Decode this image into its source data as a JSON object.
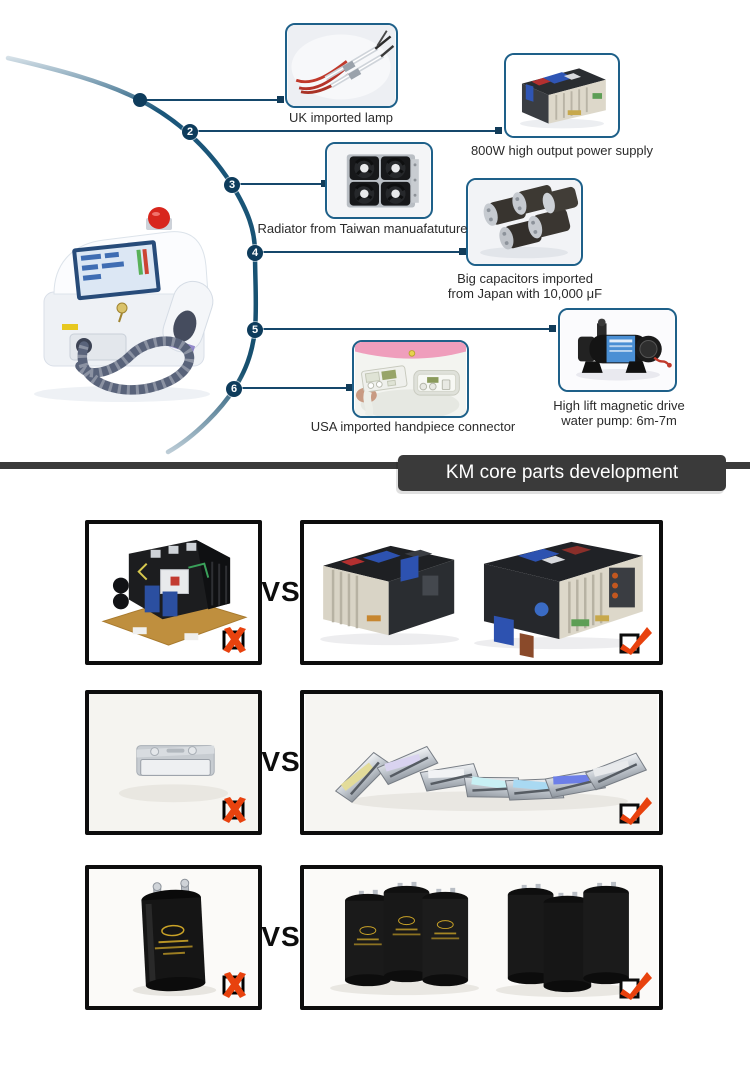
{
  "banner": {
    "title": "KM core parts development"
  },
  "diagram": {
    "callouts": [
      {
        "id": "uk-lamp",
        "number": "",
        "lines": [
          "UK imported lamp",
          ""
        ]
      },
      {
        "id": "power-supply",
        "number": "2",
        "lines": [
          "800W high output power supply",
          ""
        ]
      },
      {
        "id": "radiator",
        "number": "3",
        "lines": [
          "Radiator from Taiwan manuafatuture",
          ""
        ]
      },
      {
        "id": "capacitors",
        "number": "4",
        "lines": [
          "Big capacitors imported",
          "from Japan with 10,000 μF"
        ]
      },
      {
        "id": "water-pump",
        "number": "5",
        "lines": [
          "High lift magnetic drive",
          "water pump: 6m-7m"
        ]
      },
      {
        "id": "handpiece-connector",
        "number": "6",
        "lines": [
          "USA imported handpiece connector",
          ""
        ]
      }
    ]
  },
  "comparison": {
    "vs_label": "VS",
    "rows": [
      {
        "id": "power-supply-comparison",
        "left_icon": "x-icon",
        "right_icon": "check-icon"
      },
      {
        "id": "handpiece-part-comparison",
        "left_icon": "x-icon",
        "right_icon": "check-icon"
      },
      {
        "id": "capacitor-comparison",
        "left_icon": "x-icon",
        "right_icon": "check-icon"
      }
    ]
  },
  "colors": {
    "callout_border": "#1e6089",
    "callout_line": "#15476b",
    "banner_bg": "#3a3a3a",
    "banner_text": "#ffffff",
    "verdict_red": "#e8420e",
    "label_text": "#2b2b2b"
  }
}
